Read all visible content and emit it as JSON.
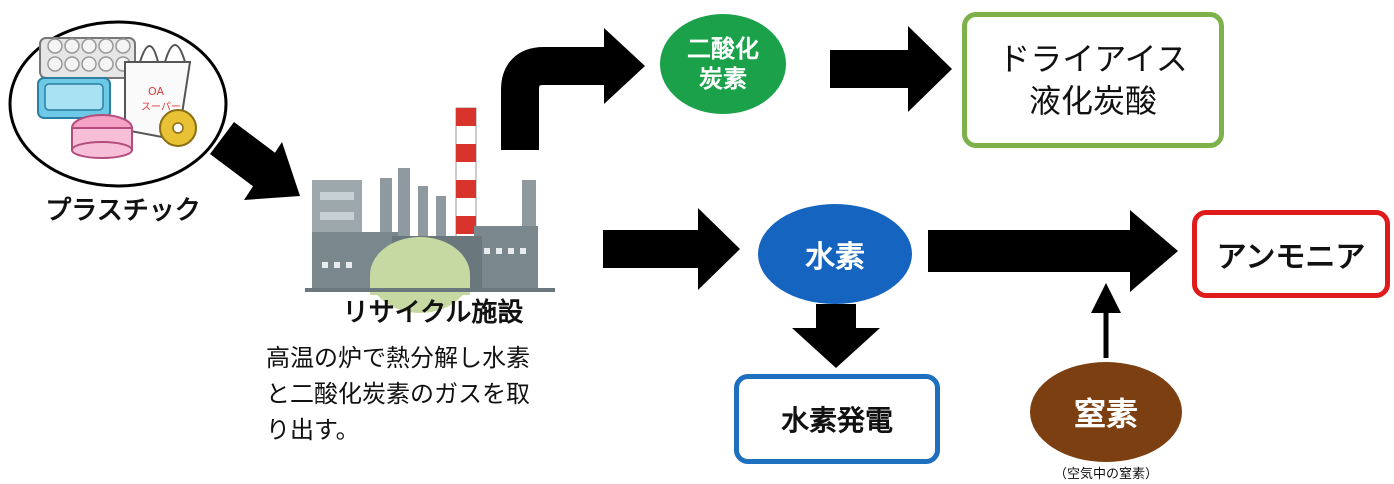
{
  "nodes": {
    "plastic": {
      "label": "プラスチック"
    },
    "facility": {
      "label": "リサイクル施設",
      "description_line1": "高温の炉で熱分解し水素",
      "description_line2": "と二酸化炭素のガスを取",
      "description_line3": "り出す。"
    },
    "co2": {
      "line1": "二酸化",
      "line2": "炭素",
      "color": "#1aa14a"
    },
    "dry_ice": {
      "line1": "ドライアイス",
      "line2": "液化炭酸",
      "border_color": "#7db24a"
    },
    "hydrogen": {
      "label": "水素",
      "color": "#1565c0"
    },
    "ammonia": {
      "label": "アンモニア",
      "border_color": "#e01b1b"
    },
    "hydrogen_power": {
      "label": "水素発電",
      "border_color": "#1f6fbf"
    },
    "nitrogen": {
      "label": "窒素",
      "color": "#7b3f12",
      "caption": "（空気中の窒素）"
    }
  },
  "illustration_text": {
    "bag_text_1": "OA",
    "bag_text_2": "スーパー"
  }
}
